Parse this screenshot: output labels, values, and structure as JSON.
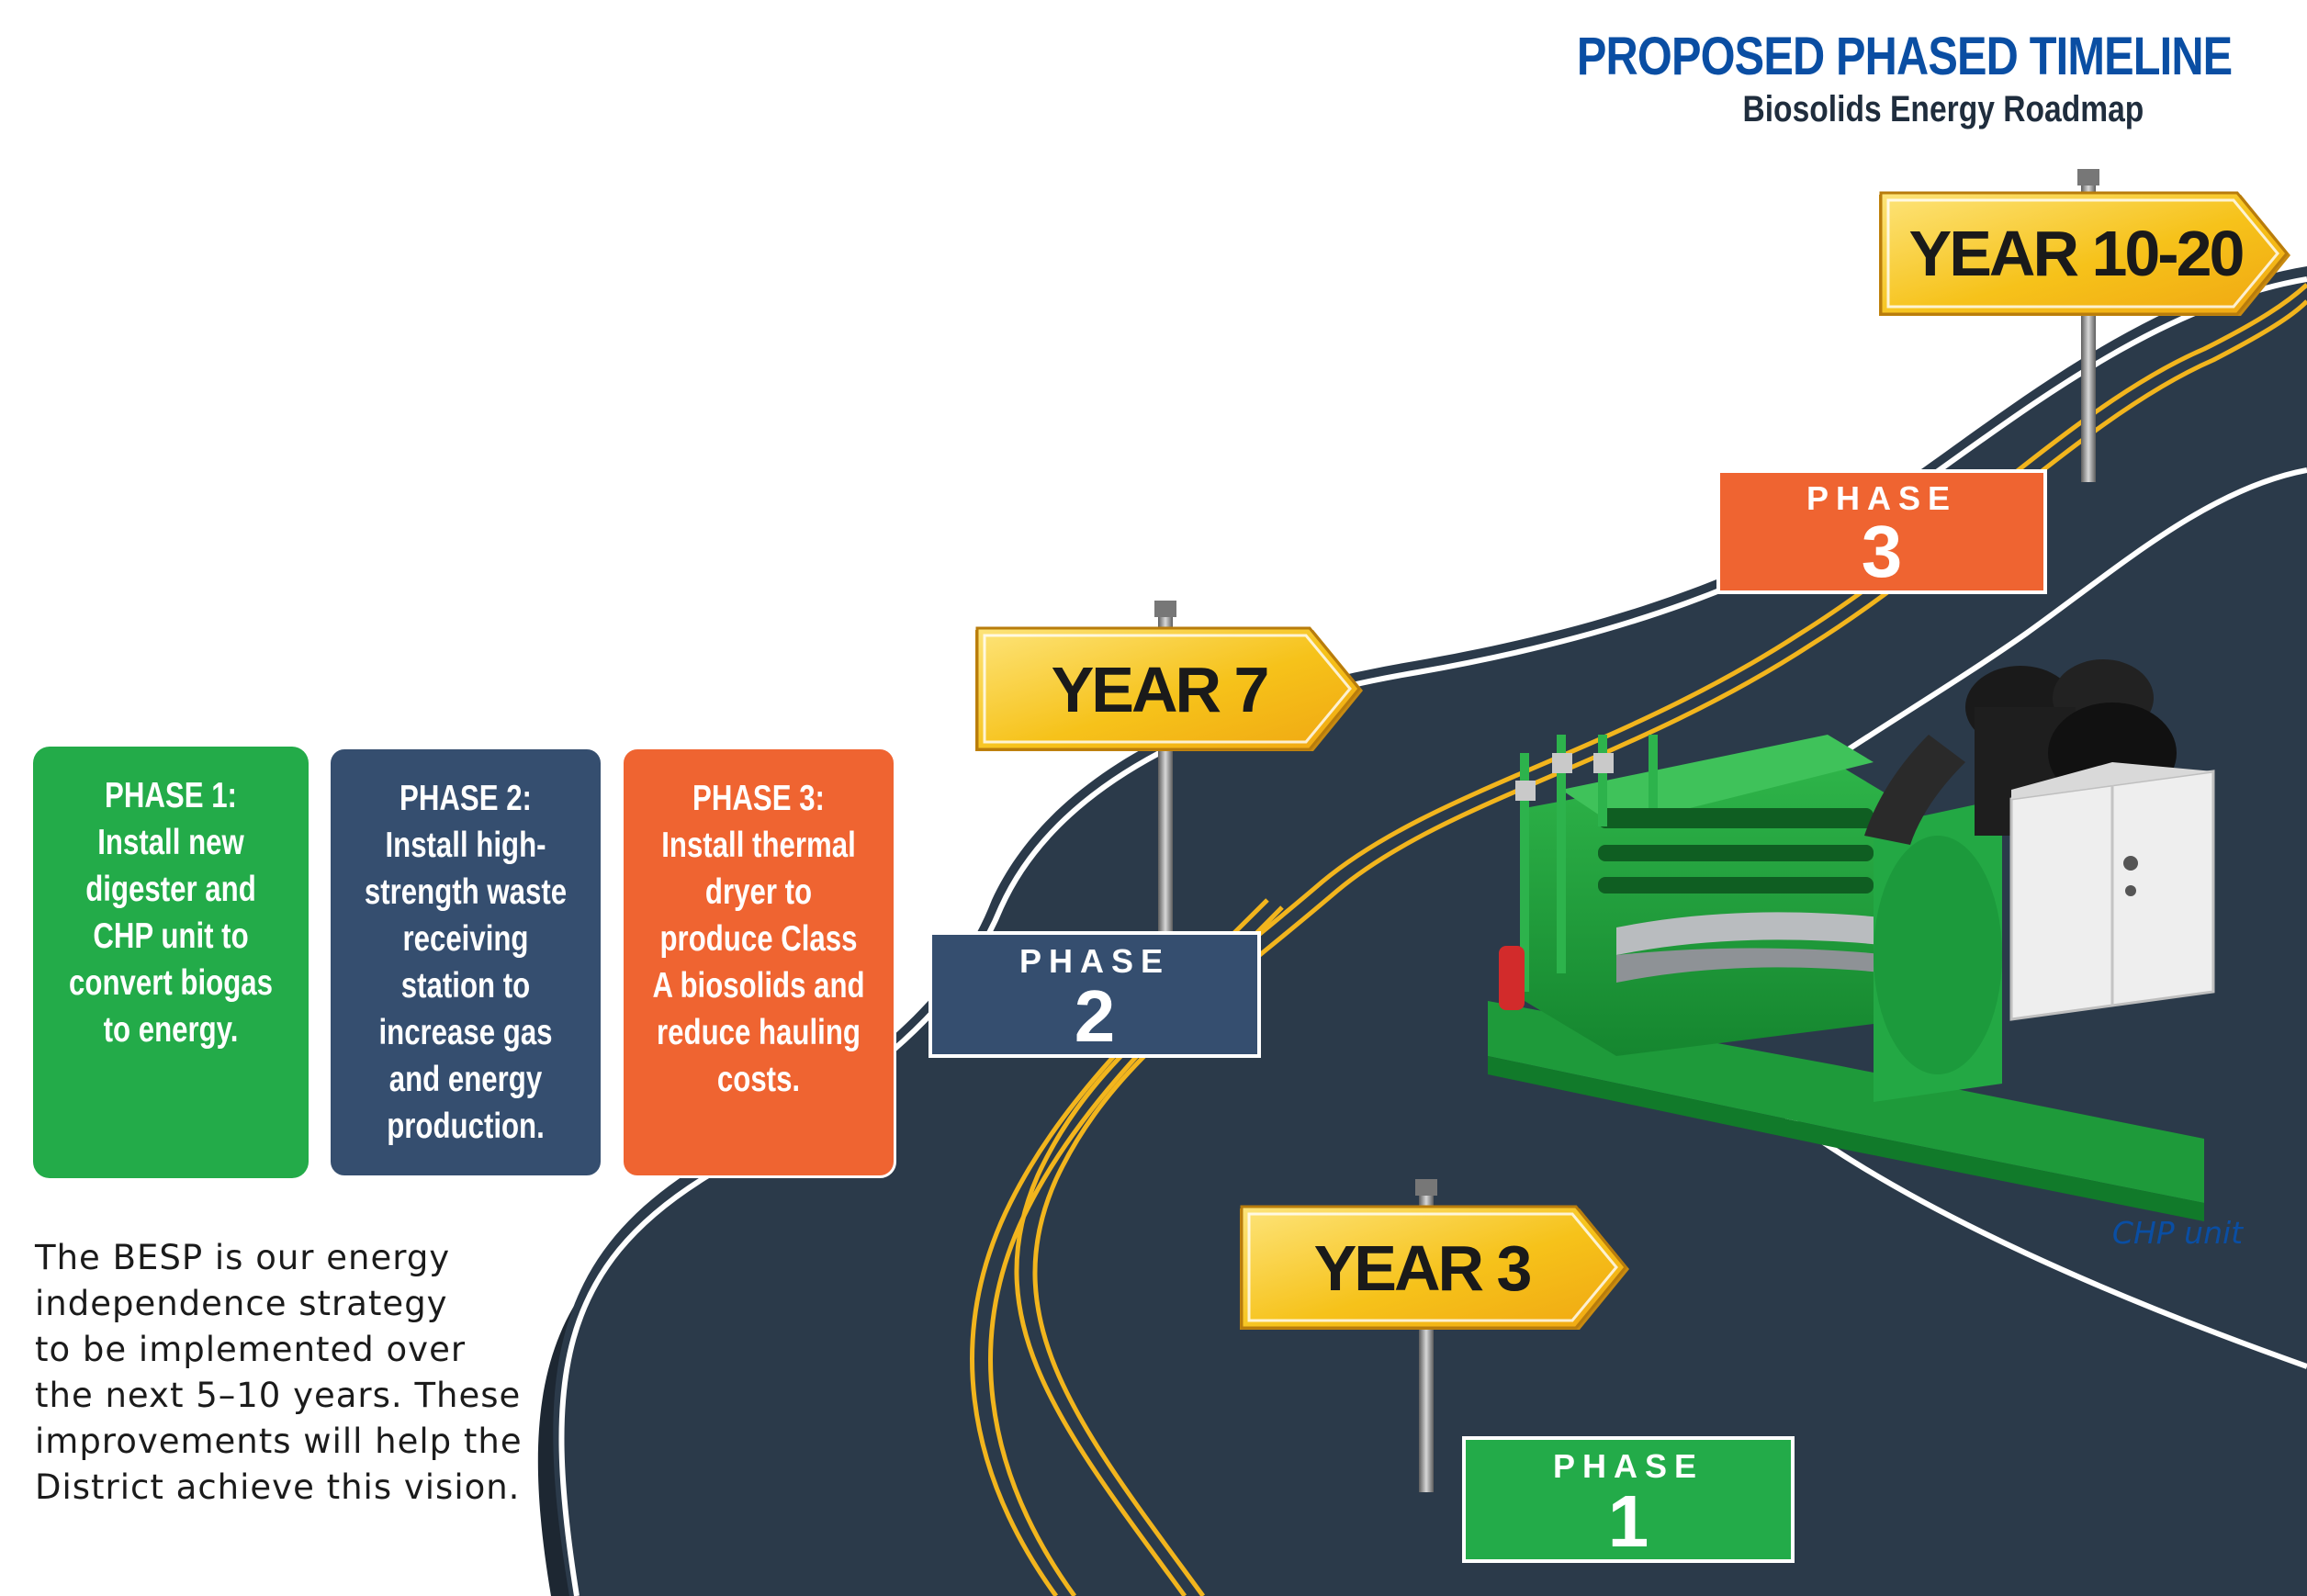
{
  "title": "PROPOSED PHASED TIMELINE",
  "subtitle": "Biosolids Energy Roadmap",
  "signs": [
    {
      "id": "year-3",
      "label": "YEAR 3"
    },
    {
      "id": "year-7",
      "label": "YEAR 7"
    },
    {
      "id": "year-10-20",
      "label": "YEAR 10-20"
    }
  ],
  "phase_plates": [
    {
      "word": "PHASE",
      "number": "1",
      "color": "#23ab49"
    },
    {
      "word": "PHASE",
      "number": "2",
      "color": "#354e6f"
    },
    {
      "word": "PHASE",
      "number": "3",
      "color": "#ef6431"
    }
  ],
  "cards": [
    {
      "title": "PHASE 1:",
      "lines": [
        "Install new",
        "digester and",
        "CHP unit to",
        "convert biogas",
        "to energy."
      ],
      "color": "#23ab49"
    },
    {
      "title": "PHASE 2:",
      "lines": [
        "Install high-",
        "strength waste",
        "receiving",
        "station to",
        "increase gas",
        "and energy",
        "production."
      ],
      "color": "#354e6f"
    },
    {
      "title": "PHASE 3:",
      "lines": [
        "Install thermal",
        "dryer to",
        "produce Class",
        "A biosolids and",
        "reduce hauling",
        "costs."
      ],
      "color": "#ef6431"
    }
  ],
  "intro_lines": [
    "The BESP is our energy",
    "independence strategy",
    "to be implemented over",
    "the next 5–10 years. These",
    "improvements will help the",
    "District achieve this vision."
  ],
  "caption": "CHP unit",
  "colors": {
    "title_blue": "#0a4ea3",
    "road": "#2b3a4a",
    "center_line": "#f2b51d",
    "sign_yellow": "#f5c216"
  }
}
